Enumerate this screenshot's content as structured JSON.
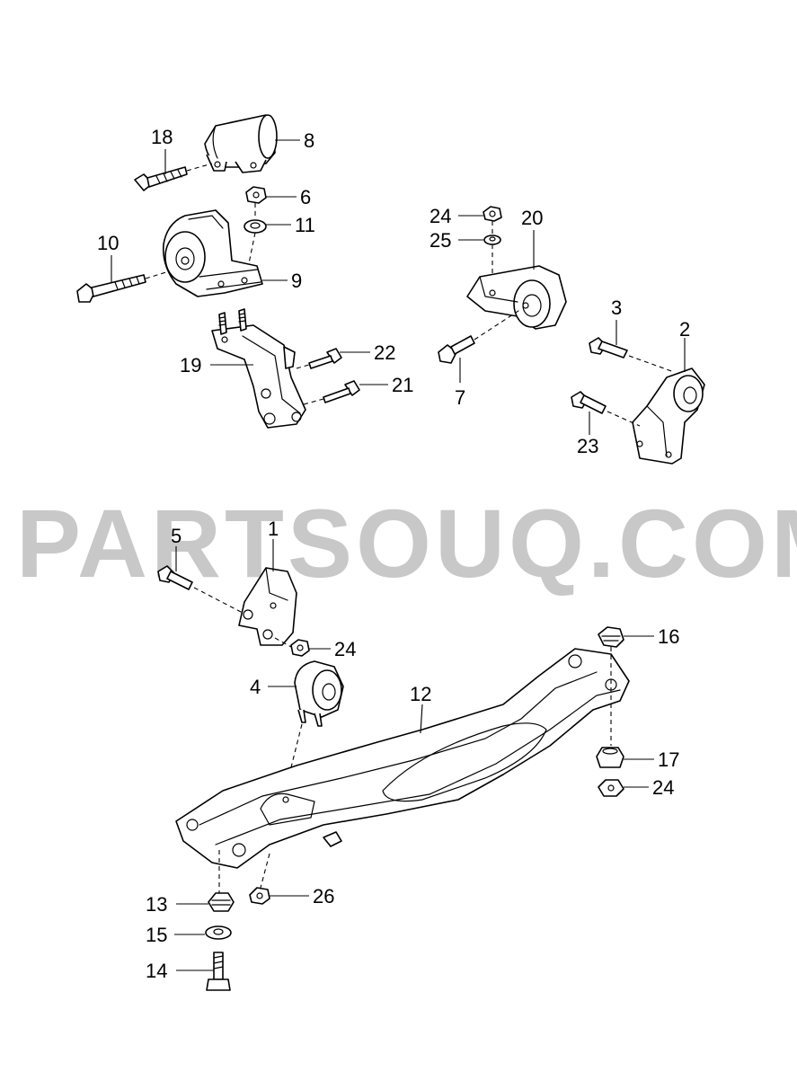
{
  "watermark": "PARTSOUQ.COM",
  "callouts": {
    "c18": "18",
    "c8": "8",
    "c6": "6",
    "c11": "11",
    "c10": "10",
    "c9": "9",
    "c22": "22",
    "c19": "19",
    "c21": "21",
    "c24a": "24",
    "c25": "25",
    "c20": "20",
    "c7": "7",
    "c3": "3",
    "c2": "2",
    "c23": "23",
    "c5": "5",
    "c1": "1",
    "c24b": "24",
    "c4": "4",
    "c16": "16",
    "c12": "12",
    "c17": "17",
    "c24c": "24",
    "c13": "13",
    "c26": "26",
    "c15": "15",
    "c14": "14"
  }
}
